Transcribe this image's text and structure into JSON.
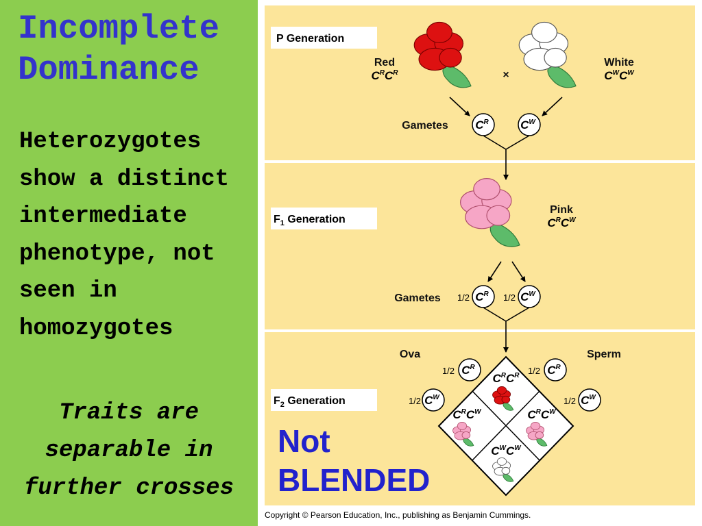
{
  "slide": {
    "title_line1": "Incomplete",
    "title_line2": "Dominance",
    "body_lines": [
      "Heterozygotes",
      "show a distinct",
      "intermediate",
      "phenotype, not",
      "seen in",
      "homozygotes"
    ],
    "italic_lines": [
      "Traits are",
      "separable in",
      "further crosses"
    ],
    "not_blended_line1": "Not",
    "not_blended_line2": "BLENDED",
    "copyright": "Copyright © Pearson Education, Inc., publishing as Benjamin Cummings."
  },
  "colors": {
    "left_bg": "#8ccd4f",
    "diagram_bg": "#fce59a",
    "title": "#3333cc",
    "accent": "#2222cc",
    "red_flower": "#dd1111",
    "pink_flower": "#f6a6c6",
    "white_flower": "#ffffff",
    "stem": "#5dbb6a"
  },
  "diagram": {
    "p_generation": {
      "label": "P Generation",
      "parents": [
        {
          "phenotype": "Red",
          "genotype": "CRCR",
          "flower": "red"
        },
        {
          "phenotype": "White",
          "genotype": "CWCW",
          "flower": "white"
        }
      ],
      "cross_symbol": "×",
      "gametes_label": "Gametes",
      "gametes": [
        "CR",
        "CW"
      ]
    },
    "f1_generation": {
      "label": "F1 Generation",
      "phenotype": "Pink",
      "genotype": "CRCW",
      "gametes_label": "Gametes",
      "gametes": [
        {
          "fraction": "1/2",
          "allele": "CR"
        },
        {
          "fraction": "1/2",
          "allele": "CW"
        }
      ]
    },
    "f2_generation": {
      "label": "F2 Generation",
      "ova_label": "Ova",
      "sperm_label": "Sperm",
      "ova": [
        {
          "fraction": "1/2",
          "allele": "CR"
        },
        {
          "fraction": "1/2",
          "allele": "CW"
        }
      ],
      "sperm": [
        {
          "fraction": "1/2",
          "allele": "CR"
        },
        {
          "fraction": "1/2",
          "allele": "CW"
        }
      ],
      "offspring": [
        {
          "position": "top",
          "genotype": "CRCR",
          "flower": "red"
        },
        {
          "position": "left",
          "genotype": "CRCW",
          "flower": "pink"
        },
        {
          "position": "right",
          "genotype": "CRCW",
          "flower": "pink"
        },
        {
          "position": "bottom",
          "genotype": "CWCW",
          "flower": "white"
        }
      ]
    }
  }
}
